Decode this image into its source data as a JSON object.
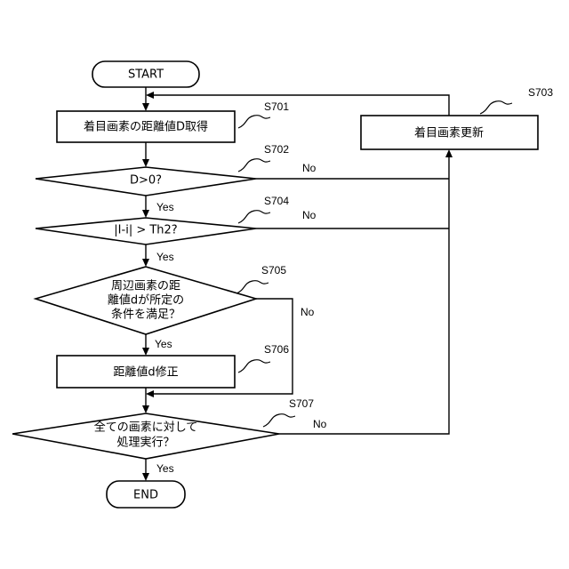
{
  "nodes": {
    "start": "START",
    "s701_box": "着目画素の距離値D取得",
    "s702_cond": "D>0?",
    "s704_cond": "|I-i| > Th2?",
    "s705_cond": [
      "周辺画素の距",
      "離値dが所定の",
      "条件を満足？"
    ],
    "s706_box": "距離値d修正",
    "s707_cond": [
      "全ての画素に対して",
      "処理実行？"
    ],
    "s703_box": "着目画素更新",
    "end": "END"
  },
  "refs": {
    "s701": "S701",
    "s702": "S702",
    "s703": "S703",
    "s704": "S704",
    "s705": "S705",
    "s706": "S706",
    "s707": "S707"
  },
  "edges": {
    "yes": "Yes",
    "no": "No"
  }
}
